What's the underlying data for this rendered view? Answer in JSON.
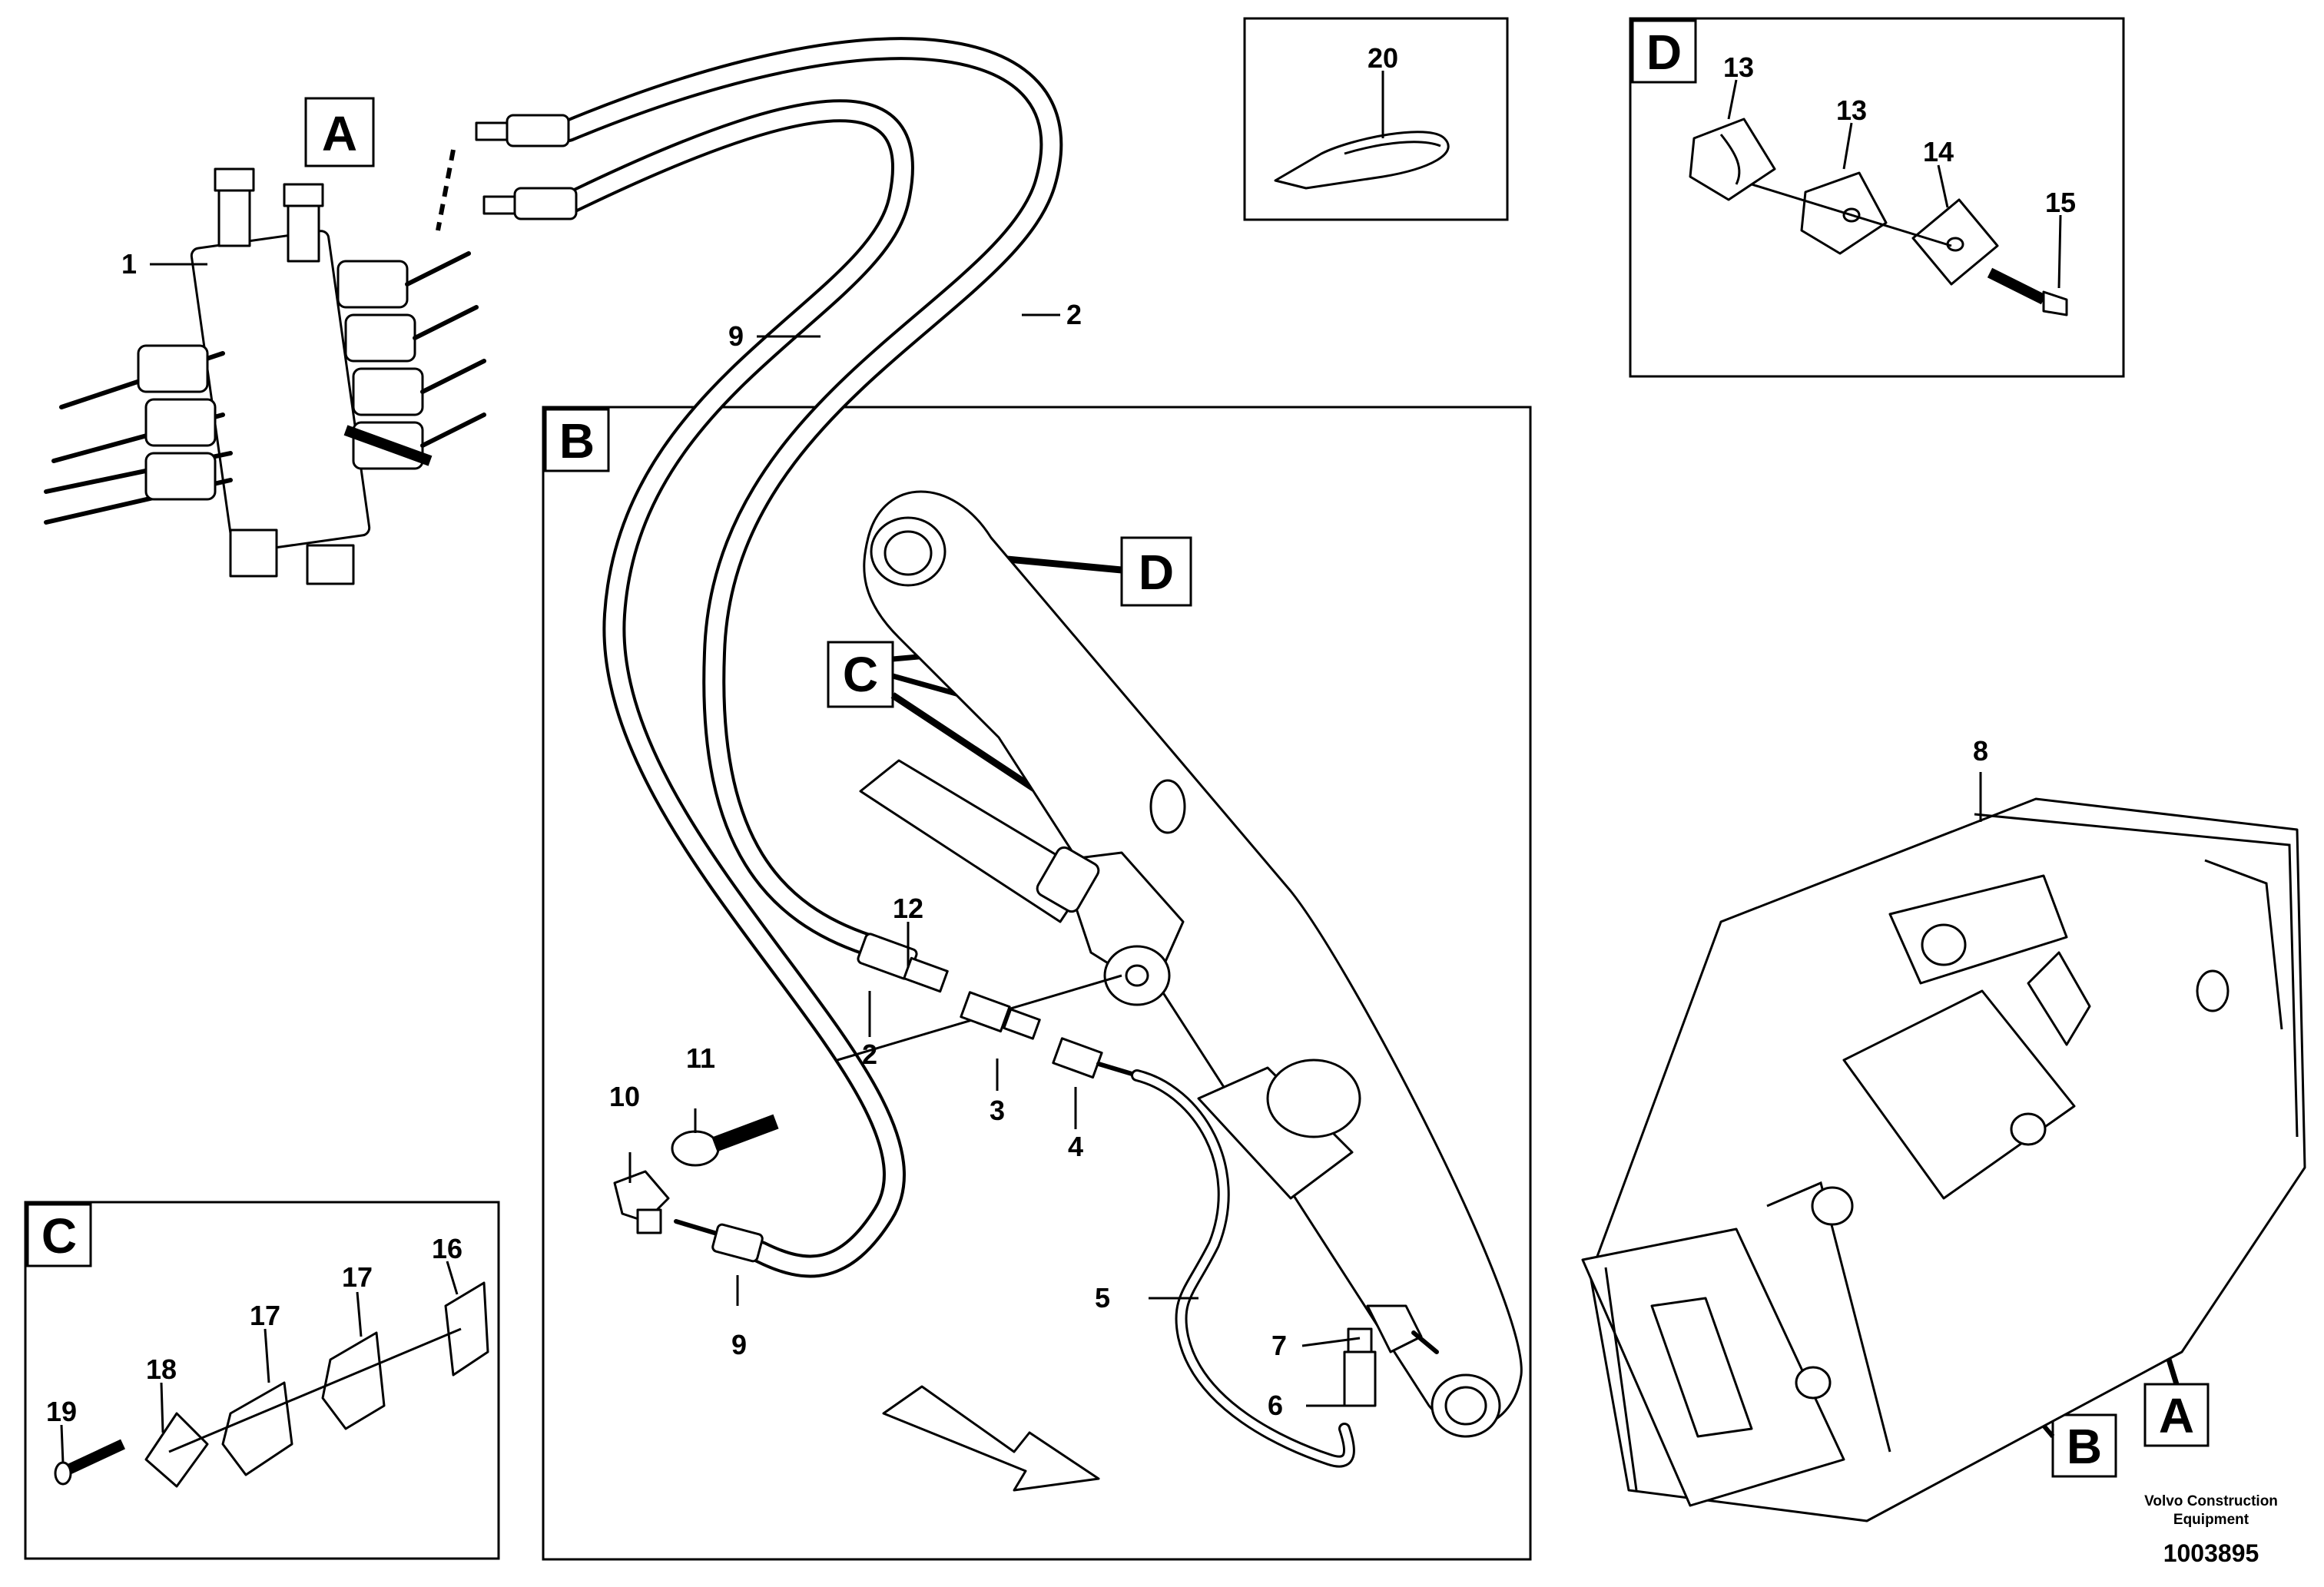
{
  "detail_boxes": {
    "A": "A",
    "B": "B",
    "C": "C",
    "D": "D"
  },
  "callouts": {
    "c1": "1",
    "c2_hose": "2",
    "c2_fitting": "2",
    "c3": "3",
    "c4": "4",
    "c5": "5",
    "c6": "6",
    "c7": "7",
    "c8": "8",
    "c9_hose": "9",
    "c9_fitting": "9",
    "c10": "10",
    "c11": "11",
    "c12": "12",
    "c13_a": "13",
    "c13_b": "13",
    "c14": "14",
    "c15": "15",
    "c16": "16",
    "c17_a": "17",
    "c17_b": "17",
    "c18": "18",
    "c19": "19",
    "c20": "20"
  },
  "footer": {
    "maker_line1": "Volvo Construction",
    "maker_line2": "Equipment",
    "doc_number": "1003895"
  }
}
